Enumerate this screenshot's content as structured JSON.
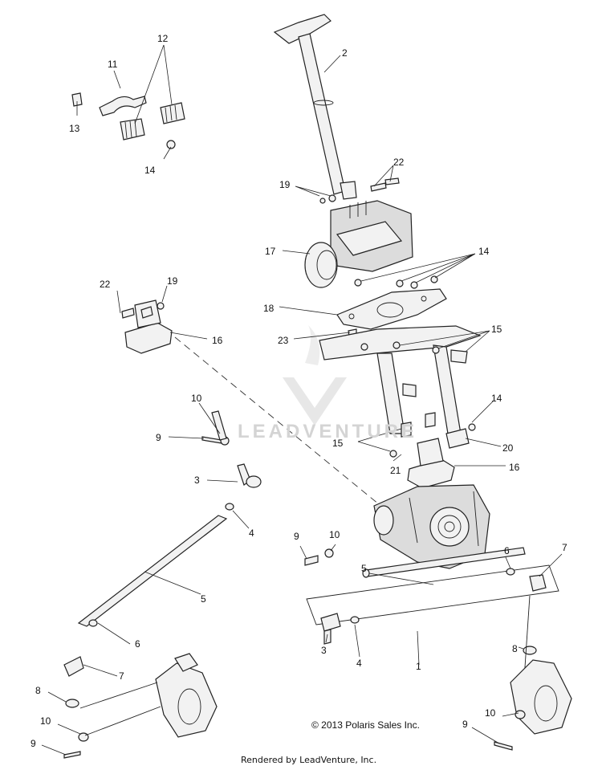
{
  "callouts": [
    "2",
    "12",
    "11",
    "13",
    "14",
    "22",
    "19",
    "17",
    "14",
    "18",
    "22",
    "19",
    "16",
    "15",
    "23",
    "10",
    "9",
    "14",
    "15",
    "20",
    "21",
    "16",
    "3",
    "4",
    "5",
    "9",
    "10",
    "6",
    "7",
    "5",
    "6",
    "7",
    "8",
    "1",
    "3",
    "4",
    "8",
    "10",
    "9",
    "10",
    "9"
  ],
  "watermark_text": "LEADVENTURE",
  "copyright": "© 2013 Polaris Sales Inc.",
  "rendered_by": "Rendered by LeadVenture, Inc.",
  "colors": {
    "line": "#222222",
    "fill": "#f2f2f2",
    "watermark": "#d4d4d4"
  }
}
